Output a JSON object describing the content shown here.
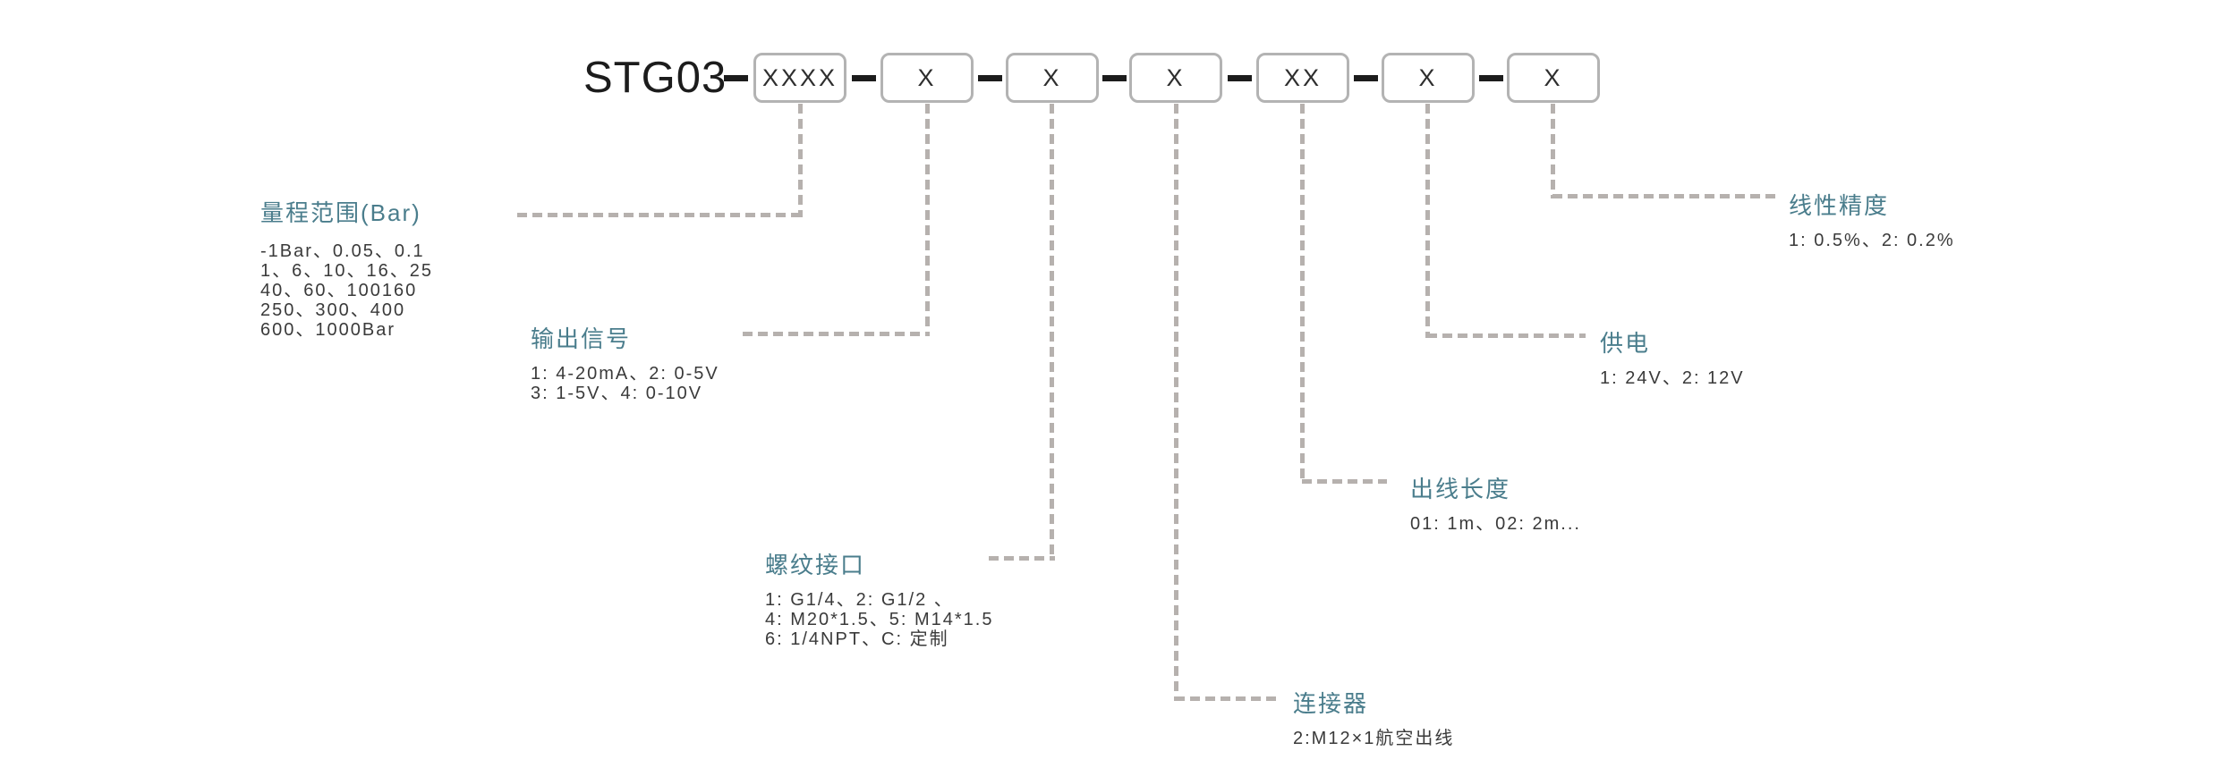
{
  "model": {
    "prefix": "STG03",
    "boxes": [
      "XXXX",
      "X",
      "X",
      "X",
      "XX",
      "X",
      "X"
    ]
  },
  "sections": {
    "range": {
      "label": "量程范围(Bar)",
      "lines": [
        "-1Bar、0.05、0.1",
        "1、6、10、16、25",
        "40、60、100160",
        "250、300、400",
        "600、1000Bar"
      ]
    },
    "output": {
      "label": "输出信号",
      "lines": [
        "1: 4-20mA、2: 0-5V",
        "3: 1-5V、4: 0-10V"
      ]
    },
    "thread": {
      "label": "螺纹接口",
      "lines": [
        "1: G1/4、2: G1/2 、",
        "4: M20*1.5、5: M14*1.5",
        "6: 1/4NPT、C: 定制"
      ]
    },
    "connector": {
      "label": "连接器",
      "lines": [
        "2:M12×1航空出线"
      ]
    },
    "cable": {
      "label": "出线长度",
      "lines": [
        "01: 1m、02: 2m..."
      ]
    },
    "power": {
      "label": "供电",
      "lines": [
        "1: 24V、2: 12V"
      ]
    },
    "accuracy": {
      "label": "线性精度",
      "lines": [
        "1: 0.5%、2: 0.2%"
      ]
    }
  },
  "colors": {
    "accent": "#4a7d8c",
    "text": "#3a3a3a",
    "box_border": "#b3b3b3",
    "dash": "#b6b1ae",
    "ink": "#1c1c1c"
  }
}
